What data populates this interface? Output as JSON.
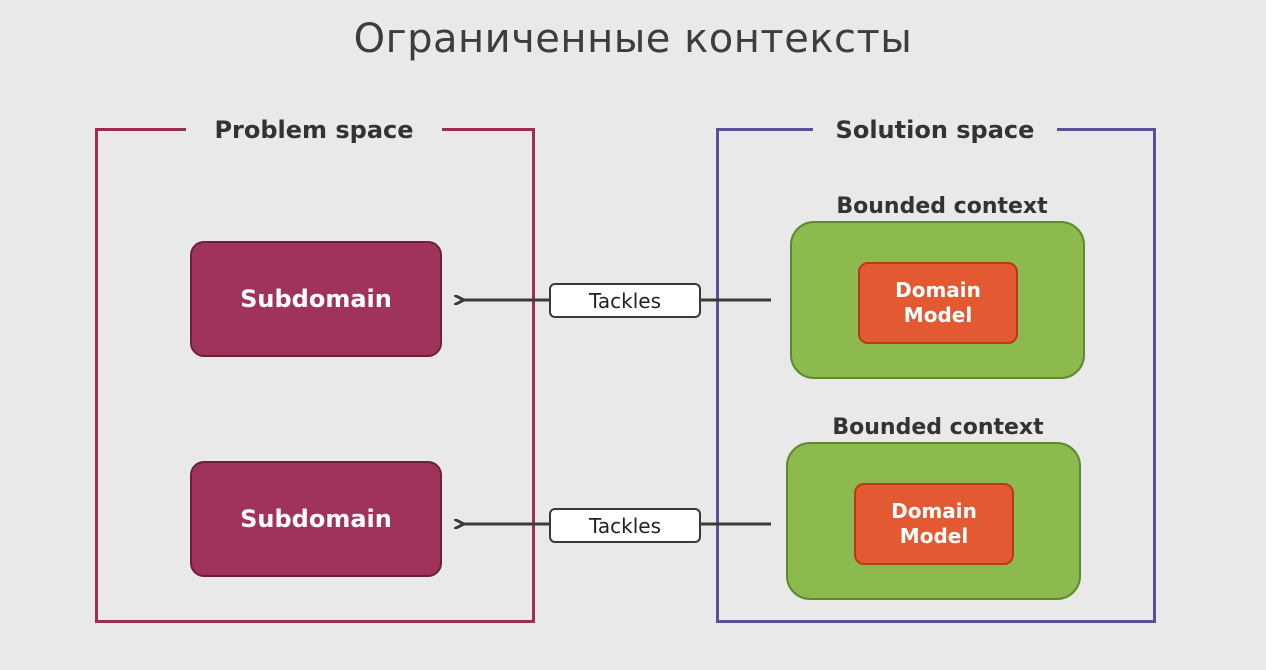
{
  "title": "Ограниченные контексты",
  "problem_space": {
    "label": "Problem space",
    "color": "#9b2d56",
    "subdomains": [
      {
        "label": "Subdomain"
      },
      {
        "label": "Subdomain"
      }
    ]
  },
  "solution_space": {
    "label": "Solution space",
    "color": "#5c4f9a",
    "bounded_contexts": [
      {
        "label": "Bounded context",
        "model_line1": "Domain",
        "model_line2": "Model"
      },
      {
        "label": "Bounded context",
        "model_line1": "Domain",
        "model_line2": "Model"
      }
    ]
  },
  "relations": [
    {
      "label": "Tackles",
      "from": "bounded-context-1",
      "to": "subdomain-1"
    },
    {
      "label": "Tackles",
      "from": "bounded-context-2",
      "to": "subdomain-2"
    }
  ],
  "colors": {
    "subdomain": "#9f335c",
    "bounded_context": "#8dba4f",
    "domain_model": "#e35a32",
    "background": "#e9e9e9"
  }
}
